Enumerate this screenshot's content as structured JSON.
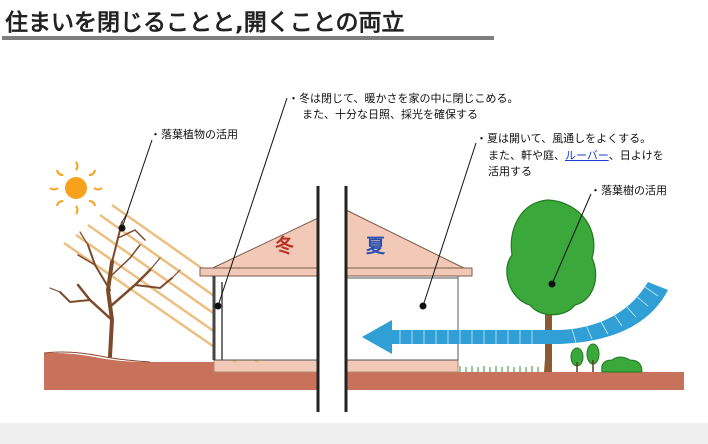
{
  "title": "住まいを閉じることと,開くことの両立",
  "season_labels": {
    "winter": "冬",
    "summer": "夏"
  },
  "notes": {
    "deciduous_plants": "・落葉植物の活用",
    "winter_line1": "・冬は閉じて、暖かさを家の中に閉じこめる。",
    "winter_line2": "また、十分な日照、採光を確保する",
    "summer_line1": "・夏は開いて、風通しをよくする。",
    "summer_line2_pre": "また、軒や庭、",
    "summer_line2_link": "ルーバー",
    "summer_line2_post": "、日よけを",
    "summer_line3": "活用する",
    "deciduous_trees": "・落葉樹の活用"
  },
  "colors": {
    "wall_pink": "#f1c9b6",
    "ground_brown": "#c8725c",
    "sun_orange": "#f7a21b",
    "tree_green": "#3aa83a",
    "wind_blue": "#2f9fd6",
    "winter_text": "#b8332a",
    "summer_text": "#2a4fb0"
  }
}
